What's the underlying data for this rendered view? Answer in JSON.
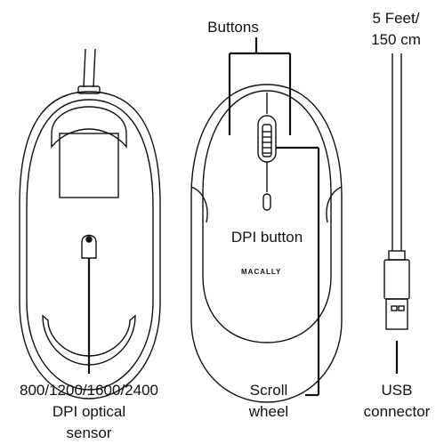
{
  "labels": {
    "buttons": "Buttons",
    "cable_length_line1": "5 Feet/",
    "cable_length_line2": "150 cm",
    "dpi_button": "DPI button",
    "brand": "MACALLY",
    "sensor_line1": "800/1200/1600/2400",
    "sensor_line2": "DPI optical",
    "sensor_line3": "sensor",
    "scroll_line1": "Scroll",
    "scroll_line2": "wheel",
    "usb_line1": "USB",
    "usb_line2": "connector"
  }
}
